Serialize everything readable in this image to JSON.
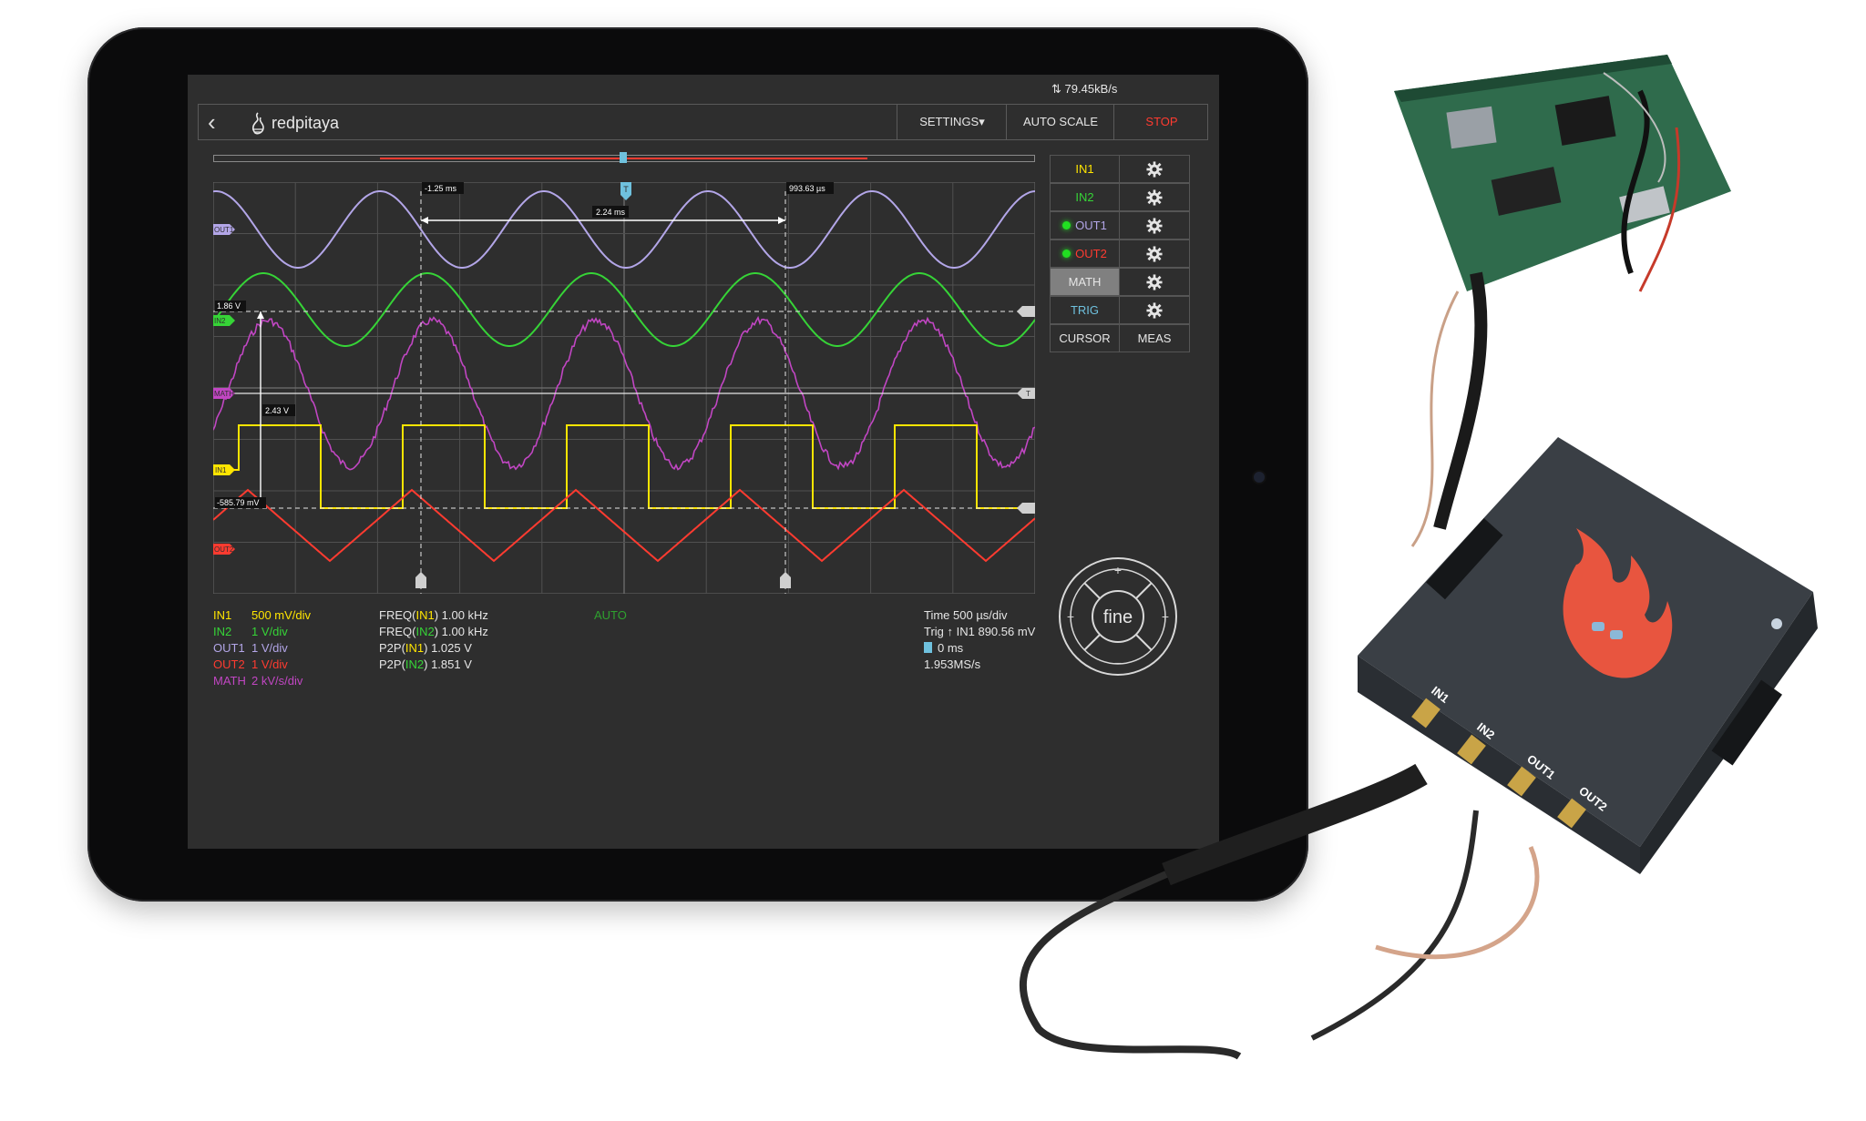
{
  "status": {
    "data_rate": "79.45kB/s",
    "data_rate_icon": "up-down-arrows-icon"
  },
  "header": {
    "brand": "redpitaya",
    "back_icon": "chevron-left-icon",
    "settings": "SETTINGS",
    "auto_scale": "AUTO SCALE",
    "stop": "STOP"
  },
  "side_panel": {
    "channels": [
      {
        "label": "IN1",
        "color": "#ffe500",
        "led": false
      },
      {
        "label": "IN2",
        "color": "#36d437",
        "led": false
      },
      {
        "label": "OUT1",
        "color": "#b3a6e8",
        "led": true
      },
      {
        "label": "OUT2",
        "color": "#ff3b30",
        "led": true
      },
      {
        "label": "MATH",
        "color": "#e6e6e6",
        "led": false,
        "active": true
      },
      {
        "label": "TRIG",
        "color": "#6fc1de",
        "led": false
      }
    ],
    "cursor": "CURSOR",
    "meas": "MEAS"
  },
  "plot": {
    "cursor_x1_label": "-1.25 ms",
    "cursor_x2_label": "993.63 µs",
    "cursor_dx_label": "2.24 ms",
    "cursor_y1_label": "1.86 V",
    "cursor_y2_label": "-585.79 mV",
    "cursor_dy_label": "2.43 V",
    "trigger_marker": "T",
    "marker_out1": "OUT1",
    "marker_in2": "IN2",
    "marker_math": "MATH",
    "marker_in1": "IN1",
    "marker_out2": "OUT2",
    "marker_t": "T"
  },
  "scales": [
    {
      "name": "IN1",
      "value": "500 mV/div",
      "color": "#ffe500"
    },
    {
      "name": "IN2",
      "value": "1 V/div",
      "color": "#36d437"
    },
    {
      "name": "OUT1",
      "value": "1 V/div",
      "color": "#b3a6e8"
    },
    {
      "name": "OUT2",
      "value": "1 V/div",
      "color": "#ff3b30"
    },
    {
      "name": "MATH",
      "value": "2 kV/s/div",
      "color": "#c146c3"
    }
  ],
  "measurements": {
    "freq_in1": "FREQ(IN1) 1.00 kHz",
    "freq_in2": "FREQ(IN2) 1.00 kHz",
    "p2p_in1": "P2P(IN1) 1.025 V",
    "p2p_in2": "P2P(IN2) 1.851 V"
  },
  "trigger_mode": "AUTO",
  "timing": {
    "time": "Time 500 µs/div",
    "trig": "Trig ↑ IN1 890.56 mV",
    "offset": "0 ms",
    "rate": "1.953MS/s"
  },
  "control": {
    "center": "fine",
    "plus": "+",
    "minus": "−",
    "left": "−",
    "right": "+"
  },
  "device": {
    "labels": [
      "IN1",
      "IN2",
      "OUT1",
      "OUT2"
    ]
  }
}
